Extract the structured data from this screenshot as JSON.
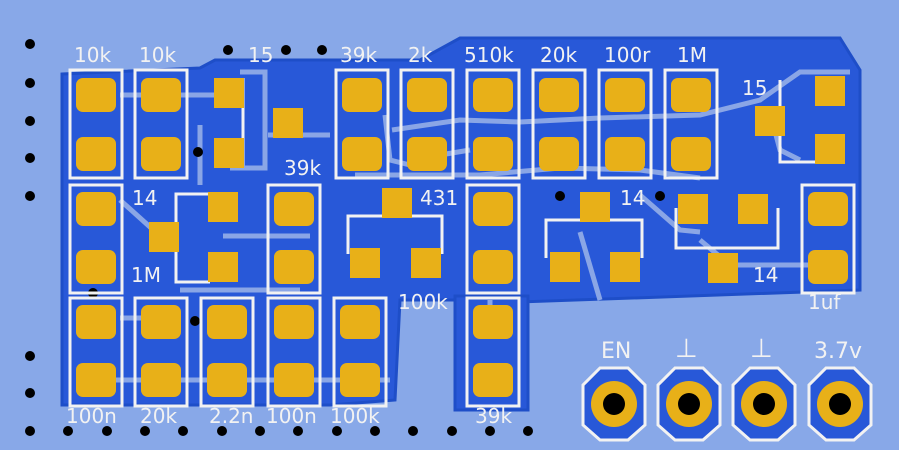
{
  "colors": {
    "background": "#88a8e8",
    "copper": "#2858d8",
    "copper_edge": "#1e4ec8",
    "pad": "#e8b018",
    "silkscreen": "#f2f2f2",
    "drill": "#000000",
    "trace": "#8aa6e6"
  },
  "components": {
    "r_top_1": "10k",
    "r_top_2": "10k",
    "q_top_1": "15",
    "r_top_3": "39k",
    "r_top_4": "2k",
    "r_top_5": "510k",
    "r_top_6": "20k",
    "r_top_7": "100r",
    "r_top_8": "1M",
    "q_top_2": "15",
    "r_mid_1": "39k",
    "q_mid_1": "14",
    "u_mid": "431",
    "q_mid_2": "14",
    "r_mid_2": "1M",
    "q_mid_3": "14",
    "r_mid_3": "100k",
    "c_mid": "1uf",
    "c_bot_1": "100n",
    "r_bot_1": "20k",
    "c_bot_2": "2.2n",
    "c_bot_3": "100n",
    "r_bot_2": "100k",
    "r_bot_3": "39k"
  },
  "connector": {
    "pin_en": "EN",
    "pin_gnd_1": "⊥",
    "pin_gnd_2": "⊥",
    "pin_vcc": "3.7v"
  }
}
